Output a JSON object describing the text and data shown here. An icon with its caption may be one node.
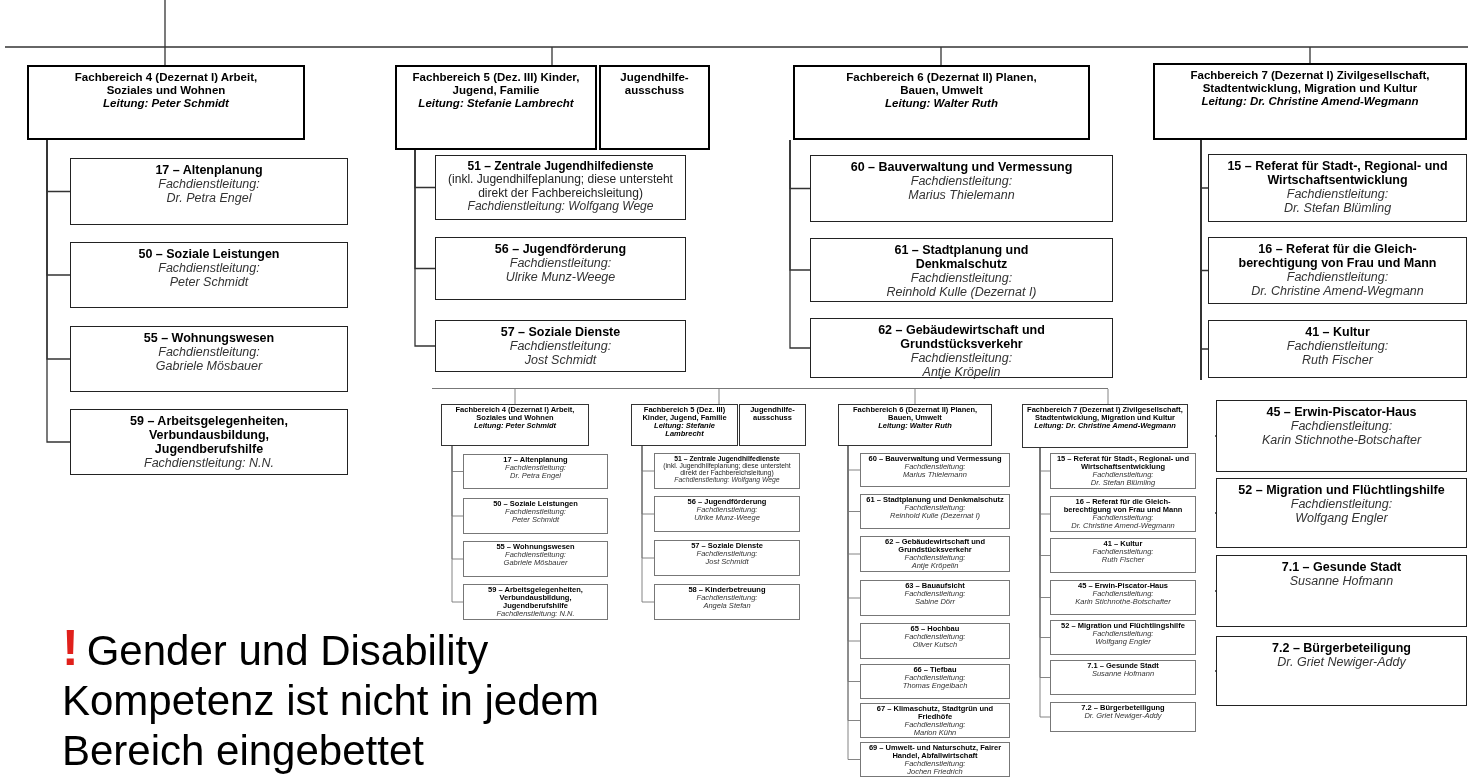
{
  "diagram": {
    "nodes": [
      {
        "text": [
          "Fachbereich 4 (Dezernat I) Arbeit, Soziales und Wohnen",
          "Leitung: Peter Schmidt"
        ]
      },
      {
        "text": [
          "17 – Altenplanung",
          "Fachdienstleitung:",
          "Dr. Petra Engel"
        ]
      },
      {
        "text": [
          "50 – Soziale Leistungen",
          "Fachdienstleitung:",
          "Peter Schmidt"
        ]
      },
      {
        "text": [
          "55 – Wohnungswesen",
          "Fachdienstleitung:",
          "Gabriele Mösbauer"
        ]
      },
      {
        "text": [
          "59 – Arbeitsgelegenheiten, Verbundausbildung, Jugendberufshilfe",
          "Fachdienstleitung: N.N."
        ]
      },
      {
        "text": [
          "Fachbereich 5 (Dez. III) Kinder, Jugend, Familie",
          "Leitung: Stefanie Lambrecht"
        ]
      },
      {
        "text": [
          "Jugendhilfe- ausschuss"
        ]
      },
      {
        "text": [
          "51 – Zentrale Jugendhilfedienste",
          "(inkl. Jugendhilfeplanung; diese untersteht direkt der Fachbereichsleitung)",
          "Fachdienstleitung: Wolfgang Wege"
        ]
      },
      {
        "text": [
          "56 – Jugendförderung",
          "Fachdienstleitung:",
          "Ulrike Munz-Weege"
        ]
      },
      {
        "text": [
          "57 – Soziale Dienste",
          "Fachdienstleitung:",
          "Jost Schmidt"
        ]
      },
      {
        "text": [
          "Fachbereich 6 (Dezernat II) Planen, Bauen, Umwelt",
          "Leitung: Walter Ruth"
        ]
      },
      {
        "text": [
          "60 – Bauverwaltung und Vermessung",
          "Fachdienstleitung:",
          "Marius Thielemann"
        ]
      },
      {
        "text": [
          "61 – Stadtplanung und Denkmalschutz",
          "Fachdienstleitung:",
          "Reinhold Kulle (Dezernat I)"
        ]
      },
      {
        "text": [
          "62 – Gebäudewirtschaft und Grundstücksverkehr",
          "Fachdienstleitung:",
          "Antje Kröpelin"
        ]
      },
      {
        "text": [
          "Fachbereich 7 (Dezernat I) Zivilgesellschaft, Stadtentwicklung, Migration und Kultur",
          "Leitung: Dr. Christine Amend-Wegmann"
        ]
      },
      {
        "text": [
          "15 – Referat für Stadt-, Regional- und Wirtschaftsentwicklung",
          "Fachdienstleitung:",
          "Dr. Stefan Blümling"
        ]
      },
      {
        "text": [
          "16 – Referat für die Gleich- berechtigung von Frau und Mann",
          "Fachdienstleitung:",
          "Dr. Christine Amend-Wegmann"
        ]
      },
      {
        "text": [
          "41 – Kultur",
          "Fachdienstleitung:",
          "Ruth Fischer"
        ]
      },
      {
        "text": [
          "45 – Erwin-Piscator-Haus",
          "Fachdienstleitung:",
          "Karin Stichnothe-Botschafter"
        ]
      },
      {
        "text": [
          "52 – Migration und Flüchtlingshilfe",
          "Fachdienstleitung:",
          "Wolfgang Engler"
        ]
      },
      {
        "text": [
          "7.1 – Gesunde Stadt",
          "Susanne Hofmann"
        ]
      },
      {
        "text": [
          "7.2 – Bürgerbeteiligung",
          "Dr. Griet Newiger-Addy"
        ]
      },
      {
        "text": [
          "Fachbereich 4 (Dezernat I) Arbeit, Soziales und Wohnen",
          "Leitung: Peter Schmidt"
        ]
      },
      {
        "text": [
          "17 – Altenplanung",
          "Fachdienstleitung:",
          "Dr. Petra Engel"
        ]
      },
      {
        "text": [
          "50 – Soziale Leistungen",
          "Fachdienstleitung:",
          "Peter Schmidt"
        ]
      },
      {
        "text": [
          "55 – Wohnungswesen",
          "Fachdienstleitung:",
          "Gabriele Mösbauer"
        ]
      },
      {
        "text": [
          "59 – Arbeitsgelegenheiten, Verbundausbildung, Jugendberufshilfe",
          "Fachdienstleitung: N.N."
        ]
      },
      {
        "text": [
          "Fachbereich 5 (Dez. III) Kinder, Jugend, Familie",
          "Leitung: Stefanie Lambrecht"
        ]
      },
      {
        "text": [
          "Jugendhilfe- ausschuss"
        ]
      },
      {
        "text": [
          "51 – Zentrale Jugendhilfedienste",
          "(inkl. Jugendhilfeplanung; diese untersteht direkt der Fachbereichsleitung)",
          "Fachdienstleitung: Wolfgang Wege"
        ]
      },
      {
        "text": [
          "56 – Jugendförderung",
          "Fachdienstleitung:",
          "Ulrike Munz-Weege"
        ]
      },
      {
        "text": [
          "57 – Soziale Dienste",
          "Fachdienstleitung:",
          "Jost Schmidt"
        ]
      },
      {
        "text": [
          "58 – Kinderbetreuung",
          "Fachdienstleitung:",
          "Angela Stefan"
        ]
      },
      {
        "text": [
          "Fachbereich 6 (Dezernat II) Planen, Bauen, Umwelt",
          "Leitung: Walter Ruth"
        ]
      },
      {
        "text": [
          "60 – Bauverwaltung und Vermessung",
          "Fachdienstleitung:",
          "Marius Thielemann"
        ]
      },
      {
        "text": [
          "61 – Stadtplanung und Denkmalschutz",
          "Fachdienstleitung:",
          "Reinhold Kulle (Dezernat I)"
        ]
      },
      {
        "text": [
          "62 – Gebäudewirtschaft und Grundstücksverkehr",
          "Fachdienstleitung:",
          "Antje Kröpelin"
        ]
      },
      {
        "text": [
          "63 – Bauaufsicht",
          "Fachdienstleitung:",
          "Sabine Dörr"
        ]
      },
      {
        "text": [
          "65 – Hochbau",
          "Fachdienstleitung:",
          "Oliver Kutsch"
        ]
      },
      {
        "text": [
          "66 – Tiefbau",
          "Fachdienstleitung:",
          "Thomas Engelbach"
        ]
      },
      {
        "text": [
          "67 – Klimaschutz, Stadtgrün und Friedhöfe",
          "Fachdienstleitung:",
          "Marion Kühn"
        ]
      },
      {
        "text": [
          "69 – Umwelt- und Naturschutz, Fairer Handel, Abfallwirtschaft",
          "Fachdienstleitung:",
          "Jochen Friedrich"
        ]
      },
      {
        "text": [
          "Fachbereich 7 (Dezernat I) Zivilgesellschaft, Stadtentwicklung, Migration und Kultur",
          "Leitung: Dr. Christine Amend-Wegmann"
        ]
      },
      {
        "text": [
          "15 – Referat für Stadt-, Regional- und Wirtschaftsentwicklung",
          "Fachdienstleitung:",
          "Dr. Stefan Blümling"
        ]
      },
      {
        "text": [
          "16 – Referat für die Gleich- berechtigung von Frau und Mann",
          "Fachdienstleitung:",
          "Dr. Christine Amend-Wegmann"
        ]
      },
      {
        "text": [
          "41 – Kultur",
          "Fachdienstleitung:",
          "Ruth Fischer"
        ]
      },
      {
        "text": [
          "45 – Erwin-Piscator-Haus",
          "Fachdienstleitung:",
          "Karin Stichnothe-Botschafter"
        ]
      },
      {
        "text": [
          "52 – Migration und Flüchtlingshilfe",
          "Fachdienstleitung:",
          "Wolfgang Engler"
        ]
      },
      {
        "text": [
          "7.1 – Gesunde Stadt",
          "Susanne Hofmann"
        ]
      },
      {
        "text": [
          "7.2 – Bürgerbeteiligung",
          "Dr. Griet Newiger-Addy"
        ]
      },
      {
        "text": [],
        "shape": "bar"
      }
    ],
    "edges": [
      {
        "from": null,
        "to": 0,
        "arrow": "none"
      },
      {
        "from": null,
        "to": 5,
        "arrow": "none"
      },
      {
        "from": null,
        "to": 10,
        "arrow": "none"
      },
      {
        "from": null,
        "to": 14,
        "arrow": "none"
      },
      {
        "from": 0,
        "to": 1,
        "arrow": "none"
      },
      {
        "from": 0,
        "to": 2,
        "arrow": "none"
      },
      {
        "from": 0,
        "to": 3,
        "arrow": "none"
      },
      {
        "from": 0,
        "to": 4,
        "arrow": "none"
      },
      {
        "from": 5,
        "to": 7,
        "arrow": "none"
      },
      {
        "from": 5,
        "to": 8,
        "arrow": "none"
      },
      {
        "from": 5,
        "to": 9,
        "arrow": "none"
      },
      {
        "from": 10,
        "to": 11,
        "arrow": "none"
      },
      {
        "from": 10,
        "to": 12,
        "arrow": "none"
      },
      {
        "from": 10,
        "to": 13,
        "arrow": "none"
      },
      {
        "from": 14,
        "to": 15,
        "arrow": "none"
      },
      {
        "from": 14,
        "to": 16,
        "arrow": "none"
      },
      {
        "from": 14,
        "to": 17,
        "arrow": "none"
      },
      {
        "from": 14,
        "to": 18,
        "arrow": "none"
      },
      {
        "from": 14,
        "to": 19,
        "arrow": "none"
      },
      {
        "from": 14,
        "to": 20,
        "arrow": "none"
      },
      {
        "from": 14,
        "to": 21,
        "arrow": "none"
      },
      {
        "from": 50,
        "to": 22,
        "arrow": "none"
      },
      {
        "from": 50,
        "to": 27,
        "arrow": "none"
      },
      {
        "from": 50,
        "to": 33,
        "arrow": "none"
      },
      {
        "from": 50,
        "to": 42,
        "arrow": "none"
      },
      {
        "from": 22,
        "to": 23,
        "arrow": "none"
      },
      {
        "from": 22,
        "to": 24,
        "arrow": "none"
      },
      {
        "from": 22,
        "to": 25,
        "arrow": "none"
      },
      {
        "from": 22,
        "to": 26,
        "arrow": "none"
      },
      {
        "from": 27,
        "to": 29,
        "arrow": "none"
      },
      {
        "from": 27,
        "to": 30,
        "arrow": "none"
      },
      {
        "from": 27,
        "to": 31,
        "arrow": "none"
      },
      {
        "from": 27,
        "to": 32,
        "arrow": "none"
      },
      {
        "from": 33,
        "to": 34,
        "arrow": "none"
      },
      {
        "from": 33,
        "to": 35,
        "arrow": "none"
      },
      {
        "from": 33,
        "to": 36,
        "arrow": "none"
      },
      {
        "from": 33,
        "to": 37,
        "arrow": "none"
      },
      {
        "from": 33,
        "to": 38,
        "arrow": "none"
      },
      {
        "from": 33,
        "to": 39,
        "arrow": "none"
      },
      {
        "from": 33,
        "to": 40,
        "arrow": "none"
      },
      {
        "from": 33,
        "to": 41,
        "arrow": "none"
      },
      {
        "from": 42,
        "to": 43,
        "arrow": "none"
      },
      {
        "from": 42,
        "to": 44,
        "arrow": "none"
      },
      {
        "from": 42,
        "to": 45,
        "arrow": "none"
      },
      {
        "from": 42,
        "to": 46,
        "arrow": "none"
      },
      {
        "from": 42,
        "to": 47,
        "arrow": "none"
      },
      {
        "from": 42,
        "to": 48,
        "arrow": "none"
      },
      {
        "from": 42,
        "to": 49,
        "arrow": "none"
      }
    ],
    "labels": [
      "!",
      "Gender und Disability Kompetenz ist nicht in jedem Bereich eingebettet"
    ]
  }
}
